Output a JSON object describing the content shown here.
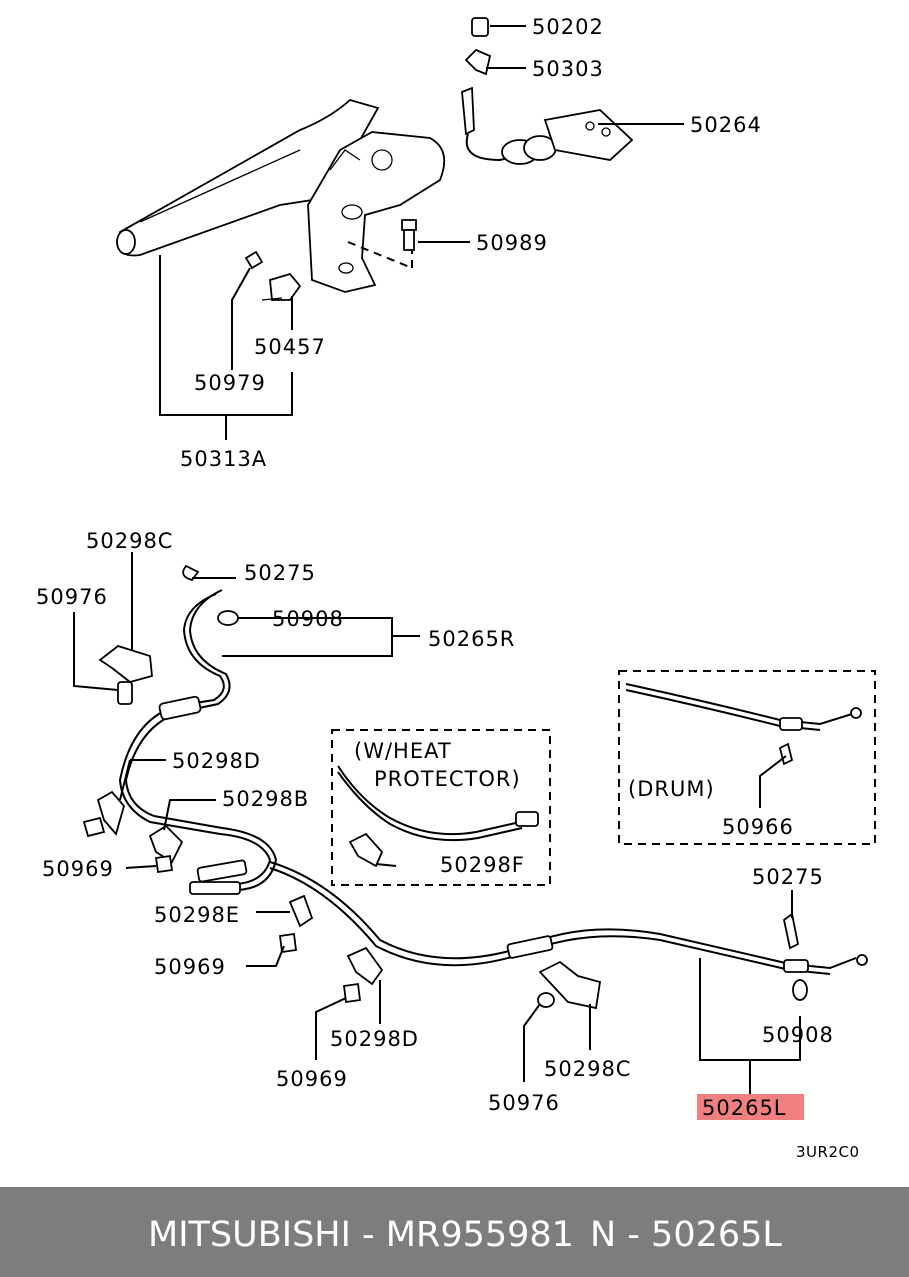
{
  "labels": {
    "p50202": "50202",
    "p50303": "50303",
    "p50264": "50264",
    "p50989": "50989",
    "p50457": "50457",
    "p50979": "50979",
    "p50313A": "50313A",
    "p50298C_top": "50298C",
    "p50275_top": "50275",
    "p50976_top": "50976",
    "p50908_top": "50908",
    "p50265R": "50265R",
    "p50298D_top": "50298D",
    "p50298B": "50298B",
    "p50969_a": "50969",
    "p50298E": "50298E",
    "p50969_b": "50969",
    "p50298D_bot": "50298D",
    "p50969_c": "50969",
    "p50976_bot": "50976",
    "p50298C_bot": "50298C",
    "p50275_right": "50275",
    "p50908_right": "50908",
    "p50265L": "50265L",
    "p50298F": "50298F",
    "p50966": "50966"
  },
  "insets": {
    "heat_line1": "(W/HEAT",
    "heat_line2": "PROTECTOR)",
    "drum": "(DRUM)"
  },
  "diagram_code": "3UR2C0",
  "highlight_color": "#f08080",
  "footer": {
    "brand_part": "MITSUBISHI - MR955981",
    "ref": "N - 50265L"
  }
}
